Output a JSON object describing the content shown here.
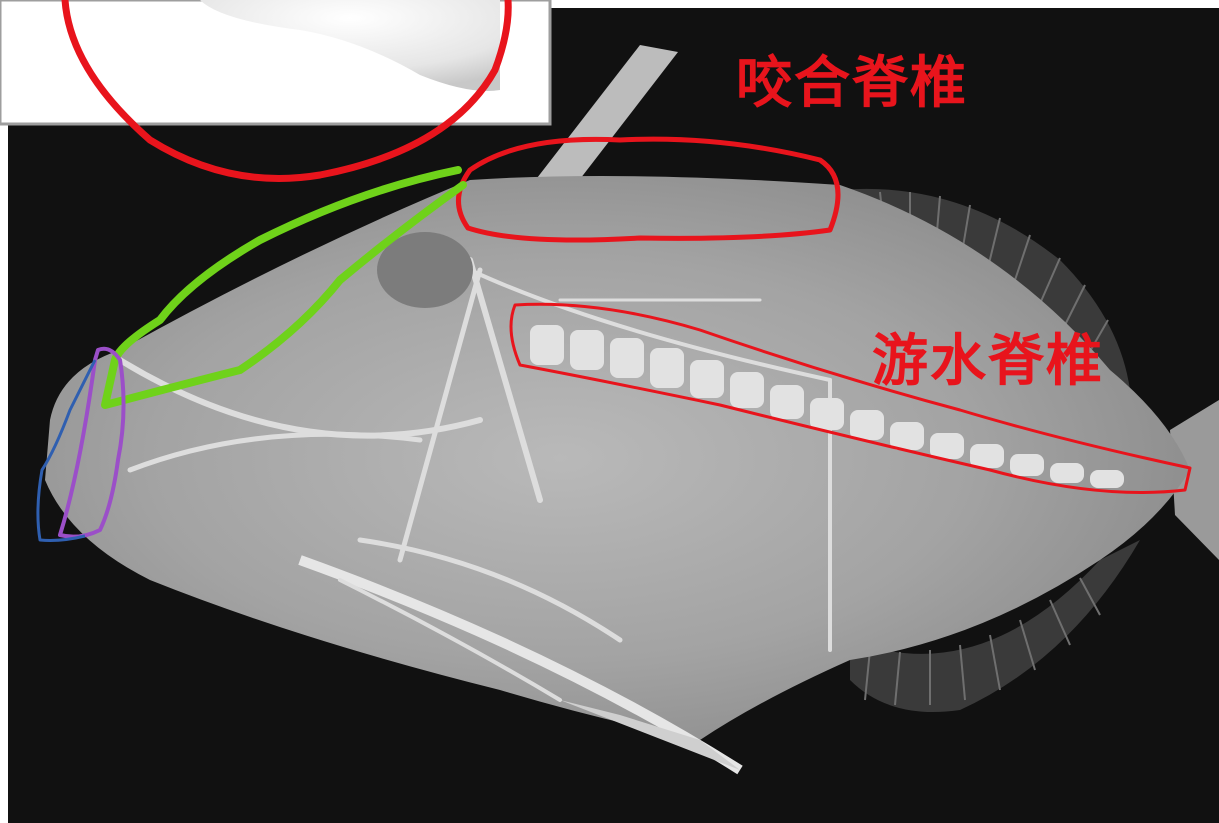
{
  "labels": {
    "bite_spine": "咬合脊椎",
    "swim_spine": "游水脊椎"
  },
  "colors": {
    "annotation_red": "#e8141c",
    "annotation_green": "#6fd21a",
    "annotation_purple": "#9b4fc8",
    "annotation_blue": "#2f5fb0",
    "xray_background": "#111111"
  },
  "annotations": [
    {
      "name": "inset-circle",
      "color": "red"
    },
    {
      "name": "bite-spine-outline",
      "color": "red"
    },
    {
      "name": "swim-spine-outline",
      "color": "red"
    },
    {
      "name": "snout-outline",
      "color": "green"
    },
    {
      "name": "jaw-outline",
      "color": "purple"
    },
    {
      "name": "lip-outline",
      "color": "blue"
    }
  ]
}
